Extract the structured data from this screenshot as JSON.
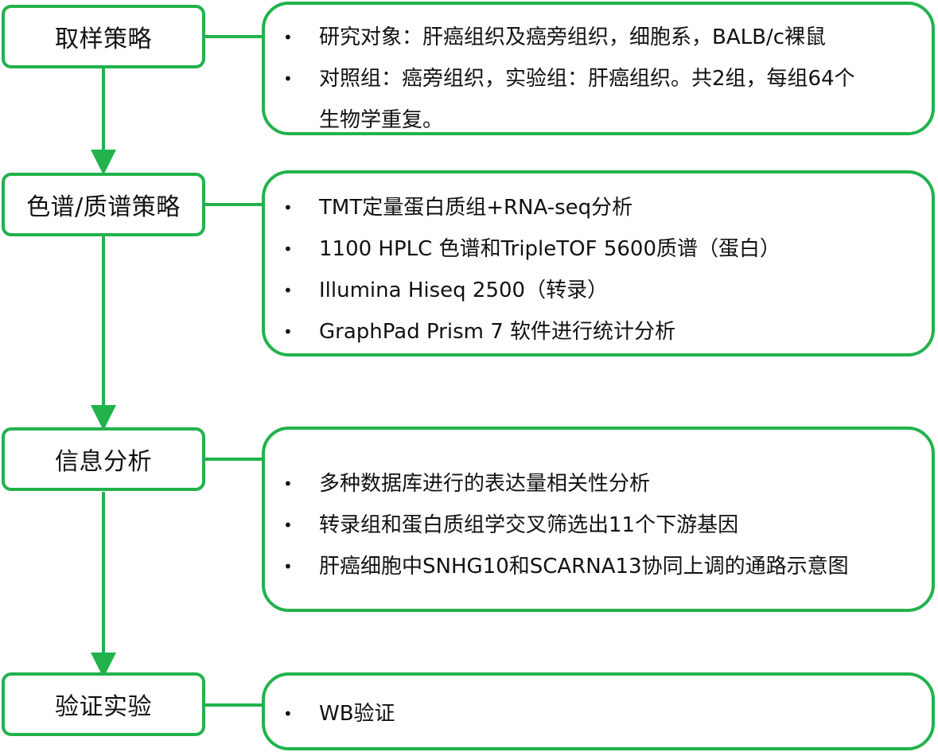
{
  "colors": {
    "accent": "#22b24c",
    "text": "#111111",
    "background": "#ffffff"
  },
  "icons": {
    "bullet": "•",
    "arrow": "arrow-down-icon"
  },
  "steps": [
    {
      "label": "取样策略",
      "bullets": [
        "研究对象：肝癌组织及癌旁组织，细胞系，BALB/c裸鼠",
        "对照组：癌旁组织，实验组：肝癌组织。共2组，每组64个",
        "生物学重复。"
      ]
    },
    {
      "label": "色谱/质谱策略",
      "bullets": [
        "TMT定量蛋白质组+RNA-seq分析",
        "1100 HPLC 色谱和TripleTOF 5600质谱（蛋白）",
        " Illumina Hiseq 2500（转录）",
        "GraphPad Prism 7 软件进行统计分析"
      ]
    },
    {
      "label": "信息分析",
      "bullets": [
        "多种数据库进行的表达量相关性分析",
        "转录组和蛋白质组学交叉筛选出11个下游基因",
        "肝癌细胞中SNHG10和SCARNA13协同上调的通路示意图"
      ]
    },
    {
      "label": "验证实验",
      "bullets": [
        "WB验证"
      ]
    }
  ]
}
